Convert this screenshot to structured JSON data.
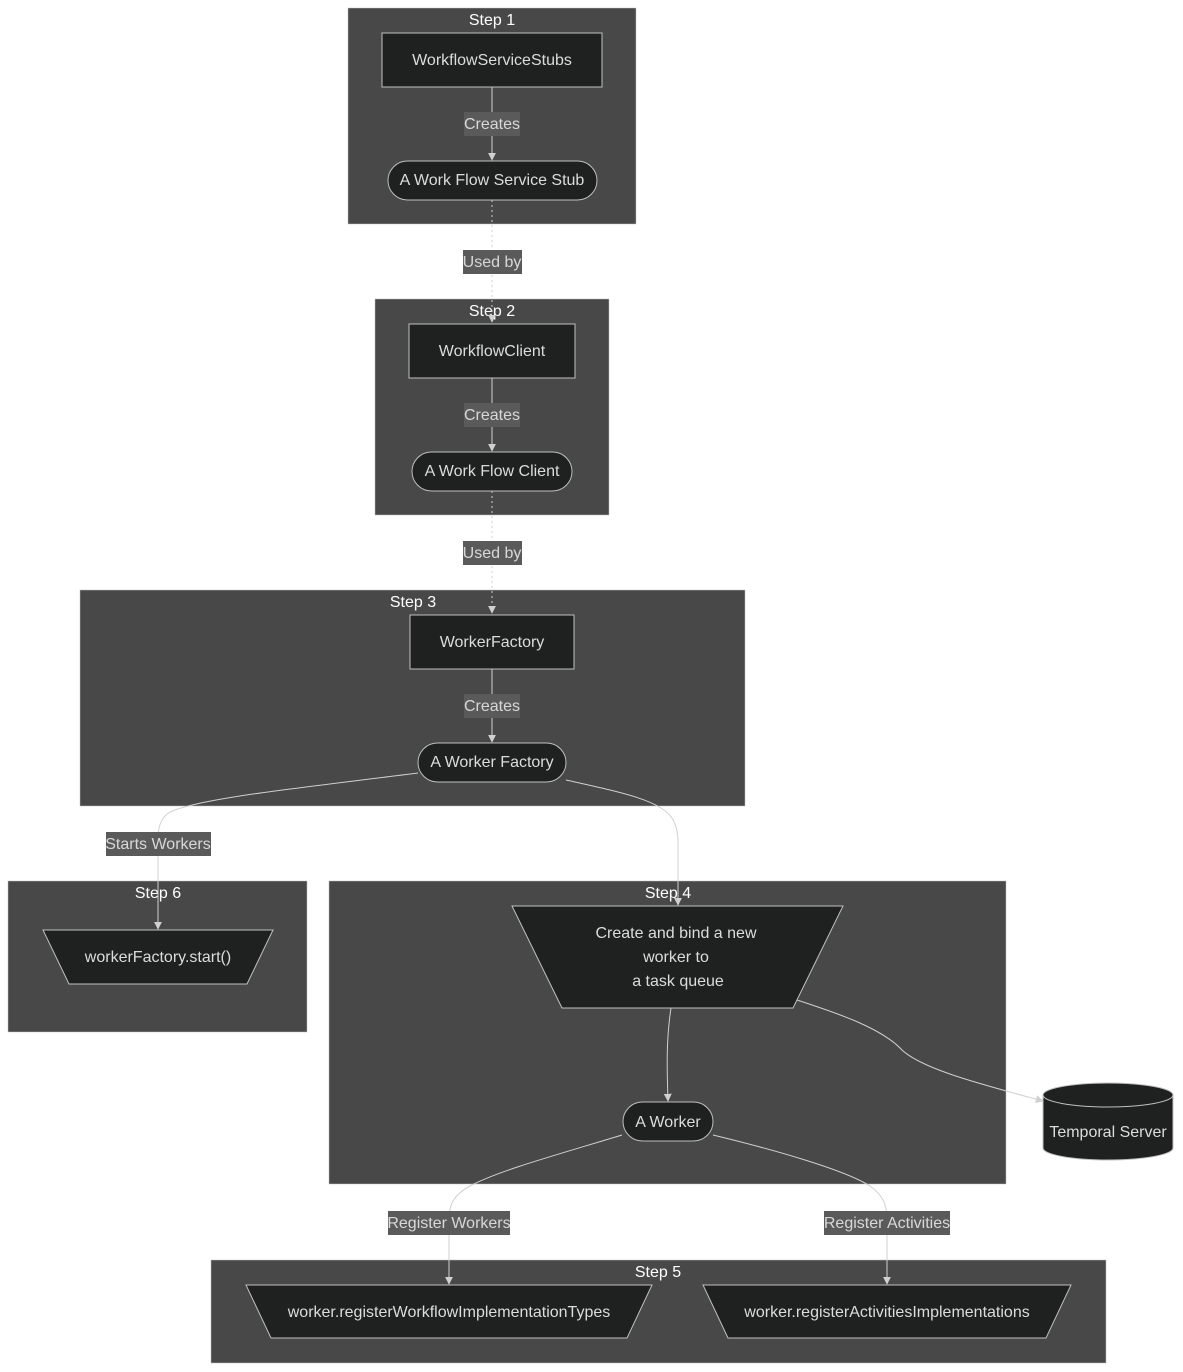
{
  "steps": {
    "step1": "Step 1",
    "step2": "Step 2",
    "step3": "Step 3",
    "step4": "Step 4",
    "step5": "Step 5",
    "step6": "Step 6"
  },
  "nodes": {
    "workflow_service_stubs": "WorkflowServiceStubs",
    "work_flow_service_stub": "A Work Flow Service Stub",
    "workflow_client": "WorkflowClient",
    "work_flow_client": "A Work Flow Client",
    "worker_factory": "WorkerFactory",
    "a_worker_factory": "A Worker Factory",
    "worker_factory_start": "workerFactory.start()",
    "create_bind_line1": "Create and bind a new",
    "create_bind_line2": "worker to",
    "create_bind_line3": "a task queue",
    "a_worker": "A Worker",
    "temporal_server": "Temporal Server",
    "register_workflow_impl": "worker.registerWorkflowImplementationTypes",
    "register_activities_impl": "worker.registerActivitiesImplementations"
  },
  "edges": {
    "creates_1": "Creates",
    "used_by_1": "Used by",
    "creates_2": "Creates",
    "used_by_2": "Used by",
    "creates_3": "Creates",
    "starts_workers": "Starts Workers",
    "register_workers": "Register Workers",
    "register_activities": "Register Activities"
  }
}
